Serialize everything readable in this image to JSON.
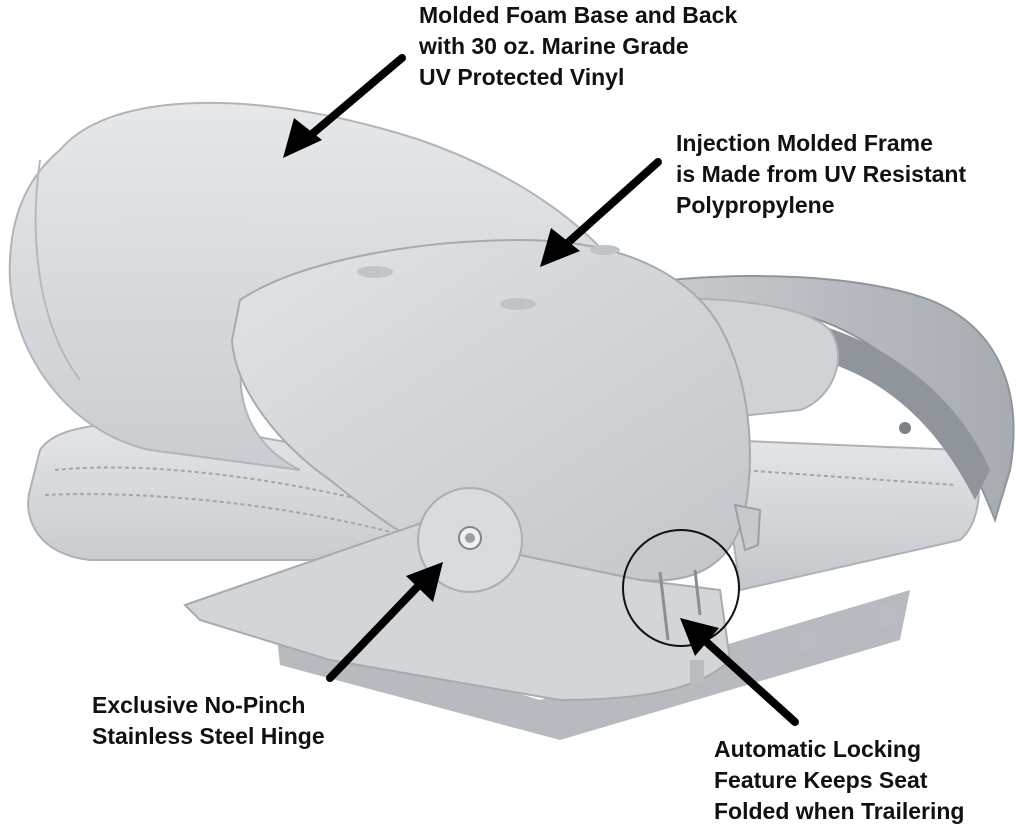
{
  "callouts": {
    "foam": {
      "lines": [
        "Molded Foam Base and Back",
        "with 30 oz. Marine Grade",
        "UV Protected Vinyl"
      ]
    },
    "frame": {
      "lines": [
        "Injection Molded Frame",
        "is Made from UV Resistant",
        "Polypropylene"
      ]
    },
    "hinge": {
      "lines": [
        "Exclusive No-Pinch",
        "Stainless Steel Hinge"
      ]
    },
    "lock": {
      "lines": [
        "Automatic Locking",
        "Feature Keeps Seat",
        "Folded when Trailering"
      ]
    }
  },
  "colors": {
    "background": "#ffffff",
    "vinyl": "#d9dcdf",
    "vinyl_shadow": "#b9bdc1",
    "frame": "#cfd2d5",
    "frame_dark": "#9ea3a8",
    "arrow": "#000000",
    "text": "#111111"
  },
  "icons": {
    "pointer": "arrow-icon"
  }
}
